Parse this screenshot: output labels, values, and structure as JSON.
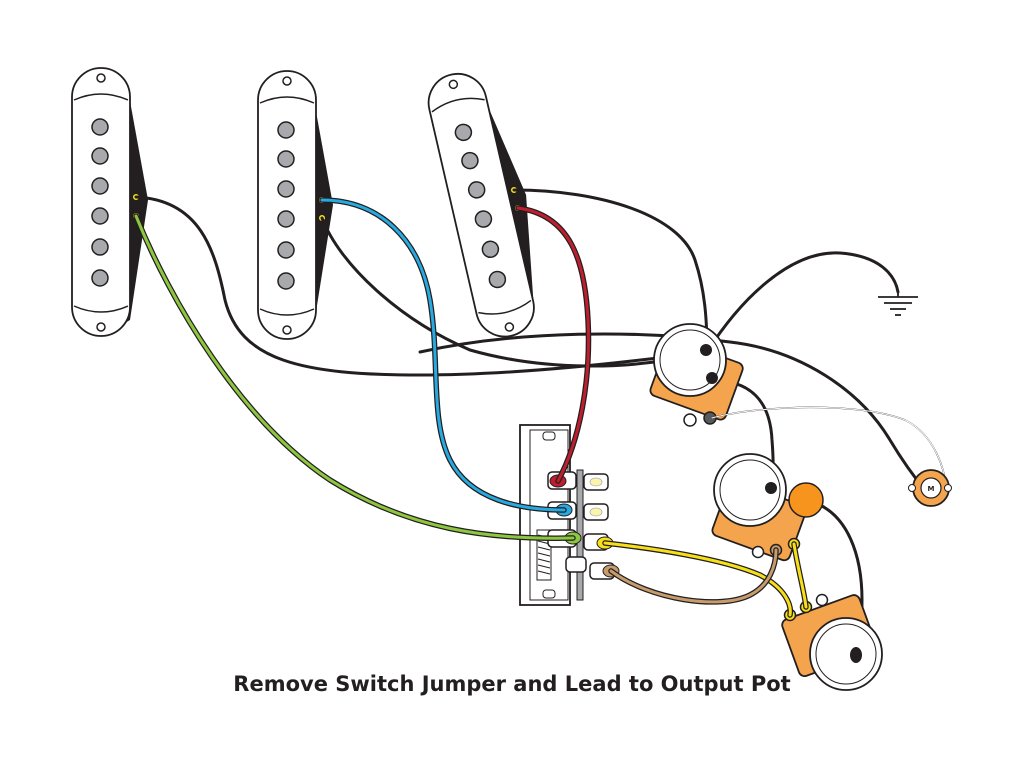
{
  "caption": "Remove Switch Jumper and Lead to Output Pot",
  "components": {
    "pickups": [
      "neck-pickup",
      "middle-pickup",
      "bridge-pickup"
    ],
    "switch": "five-way-switch",
    "pots": [
      "volume-pot",
      "tone-pot-1",
      "tone-pot-2"
    ],
    "capacitor": "tone-capacitor",
    "jack": "output-jack",
    "ground": "ground-symbol-icon",
    "jack_marking": "M"
  },
  "colors": {
    "black": "#231f20",
    "green": "#8dc63f",
    "blue": "#27aae1",
    "red": "#be1e2d",
    "yellow": "#f7e017",
    "tan": "#c69c6d",
    "orange": "#f7941d",
    "pot_body": "#f4a44d",
    "pole_gray": "#a7a9ac"
  }
}
